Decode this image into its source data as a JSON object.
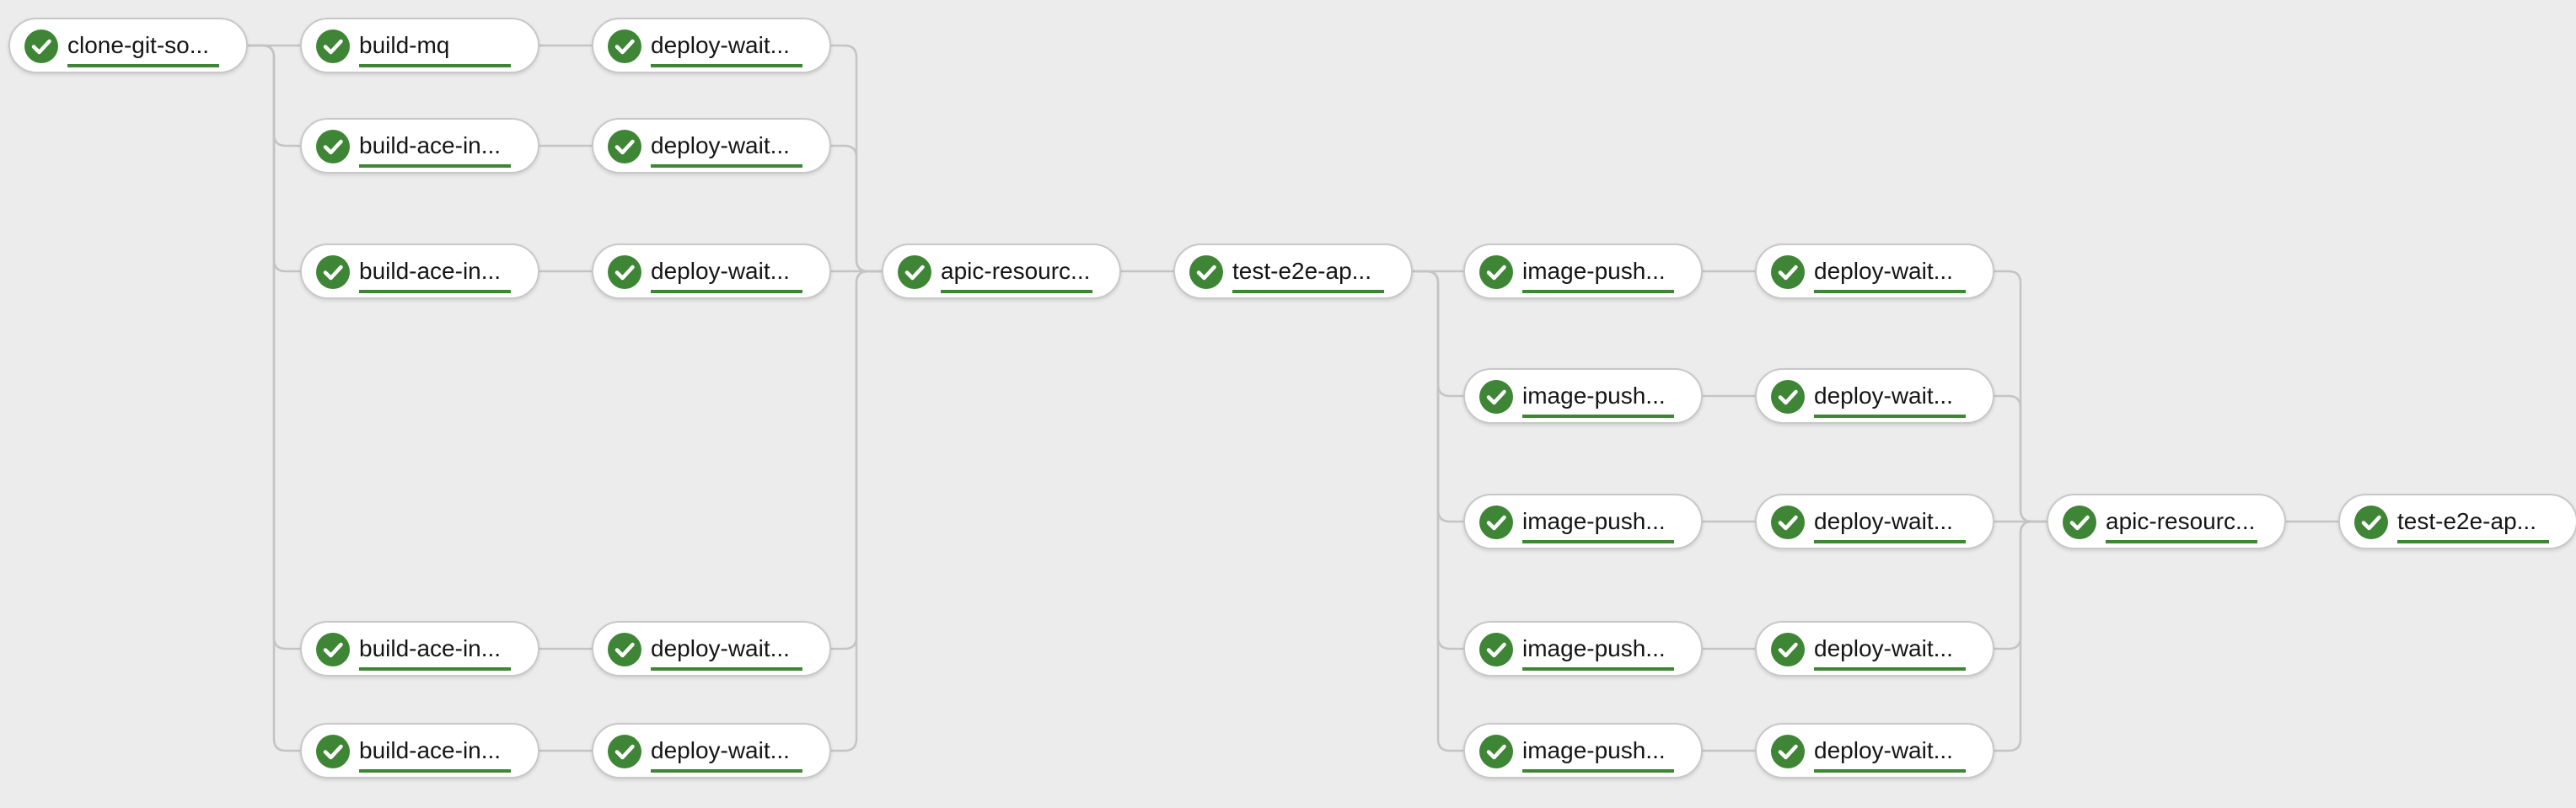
{
  "pipeline": {
    "status_color": "#3e8635",
    "status_icon": "check-circle-icon",
    "tasks": [
      {
        "label": "clone-git-so...",
        "status": "succeeded",
        "progress_fraction": 1
      },
      {
        "label": "build-mq",
        "status": "succeeded",
        "progress_fraction": 1
      },
      {
        "label": "build-ace-in...",
        "status": "succeeded",
        "progress_fraction": 1
      },
      {
        "label": "build-ace-in...",
        "status": "succeeded",
        "progress_fraction": 1
      },
      {
        "label": "build-ace-in...",
        "status": "succeeded",
        "progress_fraction": 1
      },
      {
        "label": "build-ace-in...",
        "status": "succeeded",
        "progress_fraction": 1
      },
      {
        "label": "deploy-wait...",
        "status": "succeeded",
        "progress_fraction": 1
      },
      {
        "label": "deploy-wait...",
        "status": "succeeded",
        "progress_fraction": 1
      },
      {
        "label": "deploy-wait...",
        "status": "succeeded",
        "progress_fraction": 1
      },
      {
        "label": "deploy-wait...",
        "status": "succeeded",
        "progress_fraction": 1
      },
      {
        "label": "deploy-wait...",
        "status": "succeeded",
        "progress_fraction": 1
      },
      {
        "label": "apic-resourc...",
        "status": "succeeded",
        "progress_fraction": 1
      },
      {
        "label": "test-e2e-ap...",
        "status": "succeeded",
        "progress_fraction": 1
      },
      {
        "label": "image-push...",
        "status": "succeeded",
        "progress_fraction": 1
      },
      {
        "label": "image-push...",
        "status": "succeeded",
        "progress_fraction": 1
      },
      {
        "label": "image-push...",
        "status": "succeeded",
        "progress_fraction": 1
      },
      {
        "label": "image-push...",
        "status": "succeeded",
        "progress_fraction": 1
      },
      {
        "label": "image-push...",
        "status": "succeeded",
        "progress_fraction": 1
      },
      {
        "label": "deploy-wait...",
        "status": "succeeded",
        "progress_fraction": 1
      },
      {
        "label": "deploy-wait...",
        "status": "succeeded",
        "progress_fraction": 1
      },
      {
        "label": "deploy-wait...",
        "status": "succeeded",
        "progress_fraction": 1
      },
      {
        "label": "deploy-wait...",
        "status": "succeeded",
        "progress_fraction": 1
      },
      {
        "label": "deploy-wait...",
        "status": "succeeded",
        "progress_fraction": 1
      },
      {
        "label": "apic-resourc...",
        "status": "succeeded",
        "progress_fraction": 1
      },
      {
        "label": "test-e2e-ap...",
        "status": "succeeded",
        "progress_fraction": 1
      }
    ],
    "edges": [
      [
        0,
        1
      ],
      [
        0,
        2
      ],
      [
        0,
        3
      ],
      [
        0,
        4
      ],
      [
        0,
        5
      ],
      [
        1,
        6
      ],
      [
        2,
        7
      ],
      [
        3,
        8
      ],
      [
        4,
        9
      ],
      [
        5,
        10
      ],
      [
        6,
        11
      ],
      [
        7,
        11
      ],
      [
        8,
        11
      ],
      [
        9,
        11
      ],
      [
        10,
        11
      ],
      [
        11,
        12
      ],
      [
        12,
        13
      ],
      [
        12,
        14
      ],
      [
        12,
        15
      ],
      [
        12,
        16
      ],
      [
        12,
        17
      ],
      [
        13,
        18
      ],
      [
        14,
        19
      ],
      [
        15,
        20
      ],
      [
        16,
        21
      ],
      [
        17,
        22
      ],
      [
        18,
        23
      ],
      [
        19,
        23
      ],
      [
        20,
        23
      ],
      [
        21,
        23
      ],
      [
        22,
        23
      ],
      [
        23,
        24
      ]
    ]
  }
}
